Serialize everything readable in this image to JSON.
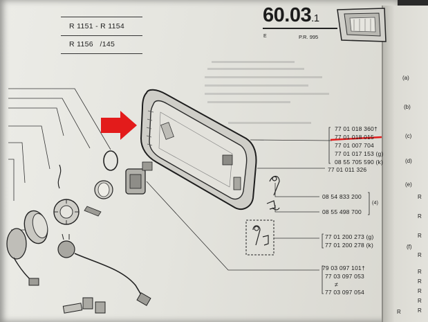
{
  "header": {
    "models_line1": "R 1151 - R 1154",
    "models_line2": "R 1156",
    "models_line2_suffix": "/145"
  },
  "page": {
    "number": "60.03",
    "sub": ".1",
    "e_label": "E",
    "pr_label": "P.R. 995"
  },
  "parts": [
    {
      "num": "77 01 018 360",
      "mark": "†"
    },
    {
      "num": "77 01 018 015",
      "mark": ""
    },
    {
      "num": "77 01 007 704",
      "mark": ""
    },
    {
      "num": "77 01 017 153",
      "mark": "(g)"
    },
    {
      "num": "08 55 705 590",
      "mark": "(k)"
    },
    {
      "num": "77 01 011 326",
      "mark": ""
    },
    {
      "num": "08 54 833 200",
      "mark": ""
    },
    {
      "num": "08 55 498 700",
      "mark": ""
    },
    {
      "num": "77 01 200 273",
      "mark": "(g)"
    },
    {
      "num": "77 01 200 278",
      "mark": "(k)"
    },
    {
      "num": "79 03 097 101",
      "mark": "†"
    },
    {
      "num": "77 03 097 053",
      "mark": ""
    },
    {
      "num": "77 03 097 054",
      "mark": ""
    }
  ],
  "group_marker": "(4)",
  "right_page": {
    "labels": [
      "(a)",
      "(b)",
      "(c)",
      "(d)",
      "(e)",
      "(f)"
    ],
    "r_marks": [
      "R",
      "R",
      "R",
      "R",
      "R",
      "R",
      "R",
      "R",
      "R",
      "R"
    ]
  },
  "colors": {
    "highlight_arrow": "#e31b1b",
    "underline": "#e31b1b"
  }
}
